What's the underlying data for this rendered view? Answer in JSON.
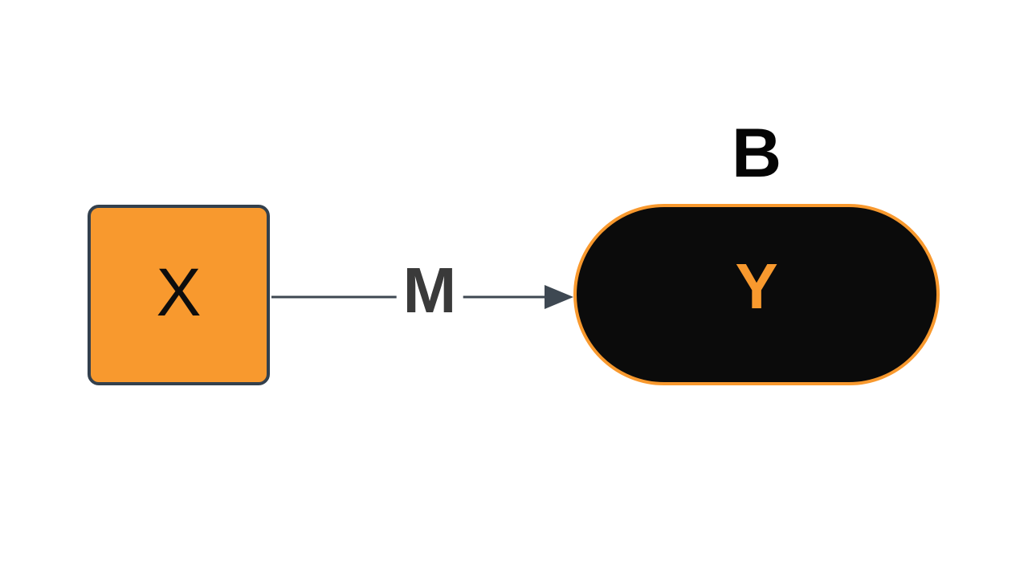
{
  "diagram": {
    "type": "node-edge-diagram",
    "background": "#FFFFFF"
  },
  "nodes": {
    "x": {
      "label": "X",
      "shape": "rounded-square",
      "fill": "#F8992E",
      "border_color": "#33404D",
      "text_color": "#0D0D0D"
    },
    "y": {
      "label": "Y",
      "shape": "pill",
      "fill": "#0B0B0B",
      "border_color": "#F8992E",
      "text_color": "#F8992E",
      "annotation": "B",
      "annotation_color": "#050505"
    }
  },
  "edge": {
    "from": "X",
    "to": "Y",
    "label": "M",
    "label_color": "#3A3A3A",
    "line_color": "#3E4852",
    "arrowhead": "filled-triangle",
    "style": "solid"
  }
}
